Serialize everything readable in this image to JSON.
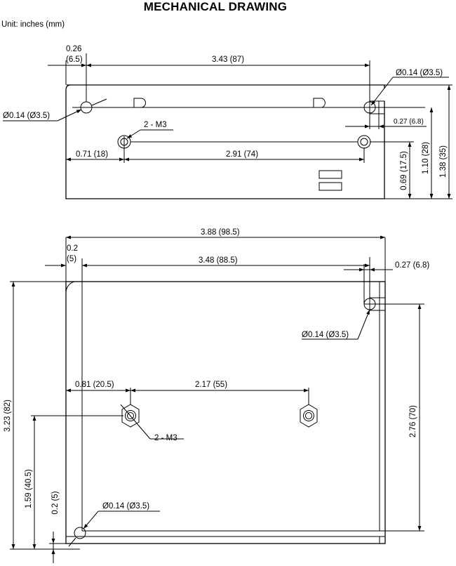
{
  "title": "MECHANICAL DRAWING",
  "unit": "Unit: inches (mm)",
  "top_view": {
    "dim_edge_hole": "0.26",
    "dim_edge_hole_mm": "(6.5)",
    "dim_hole_span": "3.43 (87)",
    "hole_right": "Ø0.14 (Ø3.5)",
    "hole_left": "Ø0.14 (Ø3.5)",
    "slot_offset": "0.27 (6.8)",
    "m3_label": "2 - M3",
    "dim_m3_left": "0.71 (18)",
    "dim_m3_span": "2.91 (74)",
    "dim_height_1": "0.69 (17.5)",
    "dim_height_2": "1.10 (28)",
    "dim_height_3": "1.38 (35)"
  },
  "bottom_view": {
    "dim_width": "3.88 (98.5)",
    "dim_edge": "0.2",
    "dim_edge_mm": "(5)",
    "dim_inner_width": "3.48 (88.5)",
    "dim_slot": "0.27 (6.8)",
    "hole_top_right": "Ø0.14 (Ø3.5)",
    "dim_m3_left": "0.81 (20.5)",
    "dim_m3_span": "2.17 (55)",
    "m3_label": "2 - M3",
    "dim_right_height": "2.76 (70)",
    "dim_total_height": "3.23 (82)",
    "dim_m3_height": "1.59 (40.5)",
    "dim_bottom_edge": "0.2 (5)",
    "hole_bottom_left": "Ø0.14 (Ø3.5)"
  }
}
